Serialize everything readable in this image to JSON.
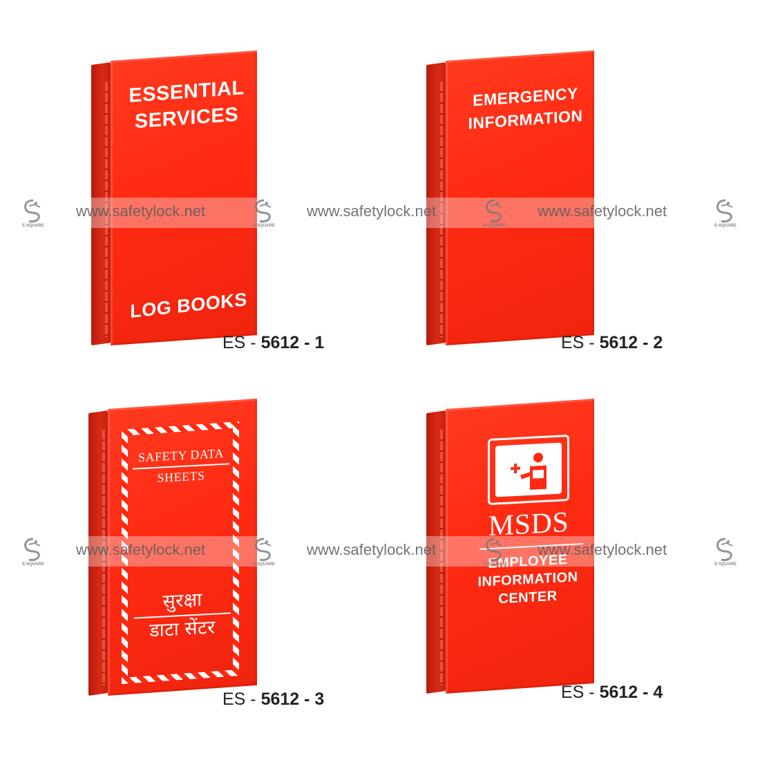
{
  "watermark": {
    "text": "www.safetylock.net",
    "logo_text": "E-SQUARE",
    "logo_icon": "dragon-logo-icon"
  },
  "colors": {
    "cabinet_red": "#ff2a12",
    "label_white": "#ffffff",
    "code_text": "#222222"
  },
  "products": [
    {
      "label_top_1": "ESSENTIAL",
      "label_top_2": "SERVICES",
      "label_bottom": "LOG BOOKS",
      "code_prefix": "ES - ",
      "code_number": "5612 - 1"
    },
    {
      "label_top_1": "EMERGENCY",
      "label_top_2": "INFORMATION",
      "code_prefix": "ES - ",
      "code_number": "5612 - 2"
    },
    {
      "label_top_1": "SAFETY DATA",
      "label_top_2": "SHEETS",
      "label_hindi_1": "सुरक्षा",
      "label_hindi_2": "डाटा सेंटर",
      "code_prefix": "ES - ",
      "code_number": "5612 - 3"
    },
    {
      "icon": "first-aid-reader-icon",
      "label_big": "MSDS",
      "label_1": "EMPLOYEE",
      "label_2": "INFORMATION",
      "label_3": "CENTER",
      "code_prefix": "ES - ",
      "code_number": "5612 - 4"
    }
  ]
}
